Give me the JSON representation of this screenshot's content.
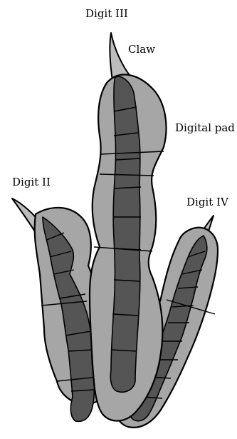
{
  "labels": {
    "digit_iii": "Digit III",
    "claw": "Claw",
    "digital_pad": "Digital pad",
    "digit_ii": "Digit II",
    "digit_iv": "Digit IV"
  },
  "colors": {
    "pad": "#a6a6a6",
    "claw": "#bdbdbd",
    "bone": "#555555",
    "outline": "#000000"
  }
}
